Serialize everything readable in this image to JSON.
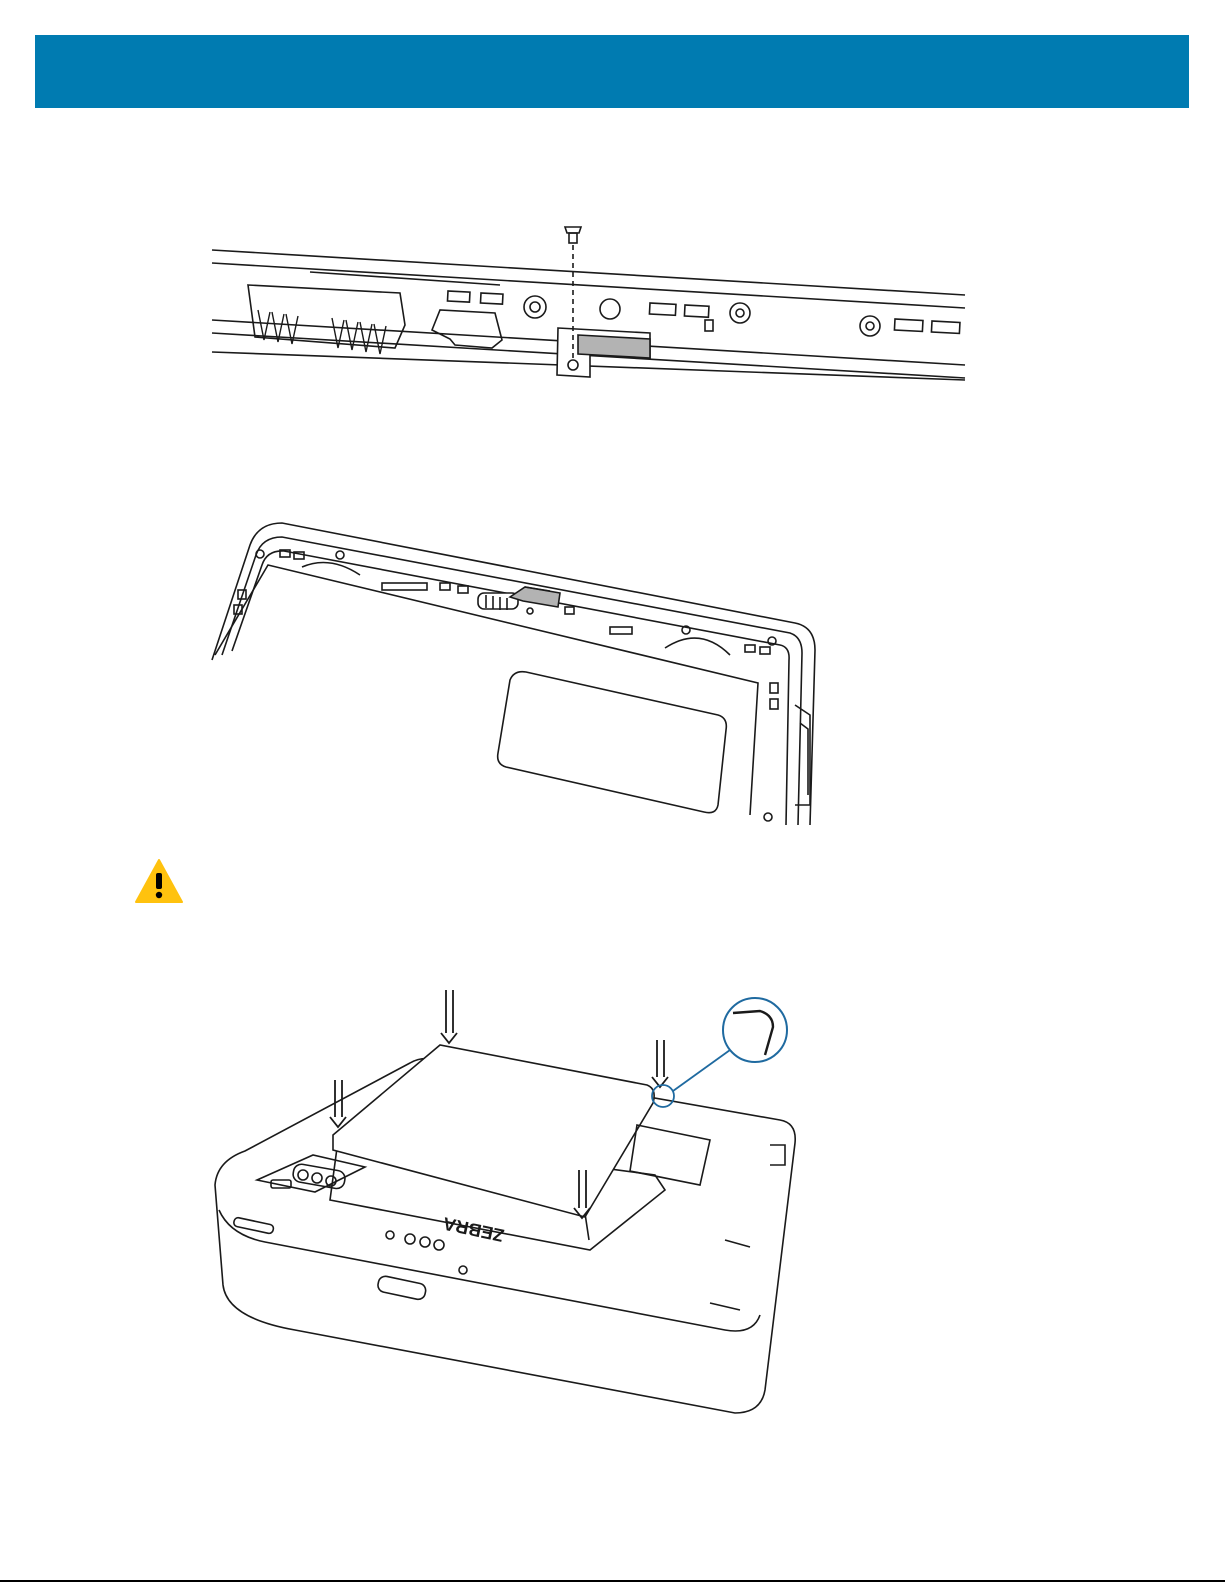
{
  "colors": {
    "header_band": "#007bb1",
    "caution_icon": "#ffc20e",
    "callout_line": "#1f6aa0",
    "line_art": "#1a1a1a",
    "shade": "#b3b3b3",
    "footer_rule": "#000000"
  },
  "figures": [
    {
      "name": "screw-bracket-detail",
      "icon": "screw-icon"
    },
    {
      "name": "battery-cover-interior",
      "icon": "arrow-icon"
    },
    {
      "name": "battery-cover-install",
      "icon": "down-arrow-icon"
    }
  ],
  "caution": {
    "icon": "warning-icon"
  },
  "logo": {
    "text": "ZEBRA"
  }
}
